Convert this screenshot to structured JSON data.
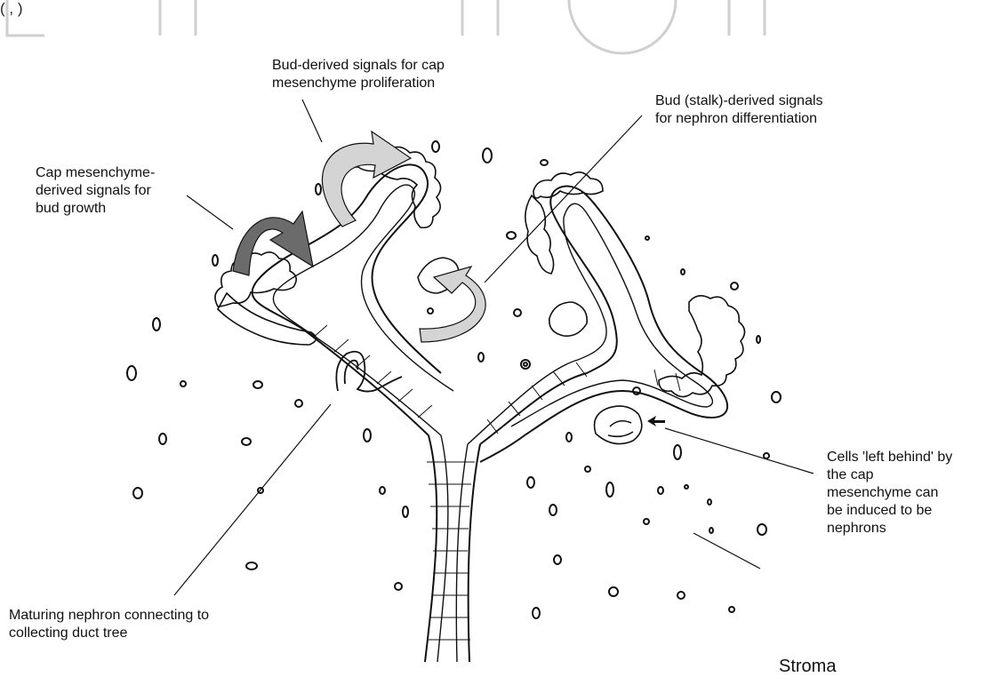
{
  "caption_fragment": "(                                ,        )",
  "labels": {
    "bud_signals": "Bud-derived signals for cap\nmesenchyme proliferation",
    "stalk_signals": "Bud (stalk)-derived signals\nfor nephron differentiation",
    "cap_signals": "Cap mesenchyme-\nderived signals for\nbud growth",
    "left_behind": "Cells 'left behind' by\nthe cap\nmesenchyme can\nbe induced to be\nnephrons",
    "maturing": "Maturing nephron connecting to\ncollecting duct tree",
    "stroma": "Stroma"
  },
  "colors": {
    "ink": "#111111",
    "dark_arrow": "#6b6b6b",
    "light_arrow": "#d4d4d4",
    "watermark": "#cfcfcf"
  }
}
